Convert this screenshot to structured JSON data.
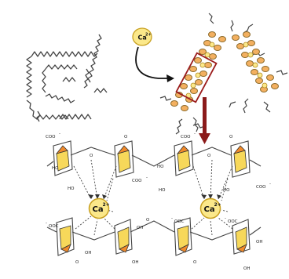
{
  "ion_top": {
    "symbol": "Ca",
    "charge": "2+"
  },
  "ion_left": {
    "symbol": "Ca",
    "charge": "2+"
  },
  "ion_right": {
    "symbol": "Ca",
    "charge": "2+"
  },
  "groups": {
    "coo_minus": "COO",
    "ooc_minus": "OOC",
    "ho": "HO",
    "oh": "OH",
    "o": "O",
    "minus": "-"
  },
  "colors": {
    "ion_fill": "#fbe88a",
    "ion_stroke": "#c8a020",
    "arrow": "#111111",
    "down_arrow": "#8b1a1a",
    "box": "#9b1b1b",
    "ring_yellow": "#f7d85a",
    "ring_orange": "#f08a2a"
  }
}
